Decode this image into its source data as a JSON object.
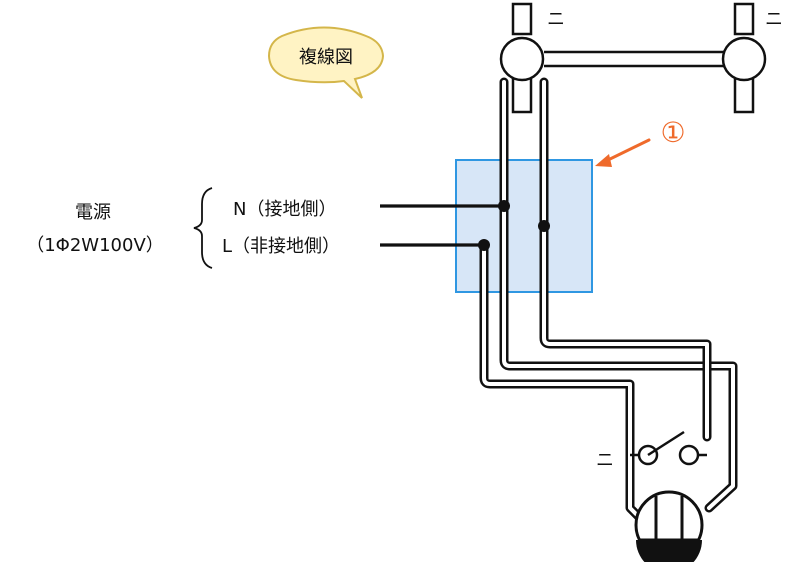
{
  "diagram": {
    "bubble_label": "複線図",
    "marker_label": "①",
    "power_source": {
      "title": "電源",
      "spec": "（1Φ2W100V）",
      "neutral_label": "N（接地側）",
      "line_label": "L（非接地側）"
    },
    "symbols": {
      "receptacle_left_mark": "ニ",
      "receptacle_right_mark": "ニ",
      "switch_mark": "ニ"
    },
    "colors": {
      "wire": "#111111",
      "wire_inner": "#ffffff",
      "junction_box_fill": "#d7e6f7",
      "junction_box_stroke": "#2f97e2",
      "bubble_fill": "#fff3c4",
      "bubble_stroke": "#d4b64a",
      "marker": "#ef6a2b",
      "lamp_fill": "#111111"
    }
  }
}
